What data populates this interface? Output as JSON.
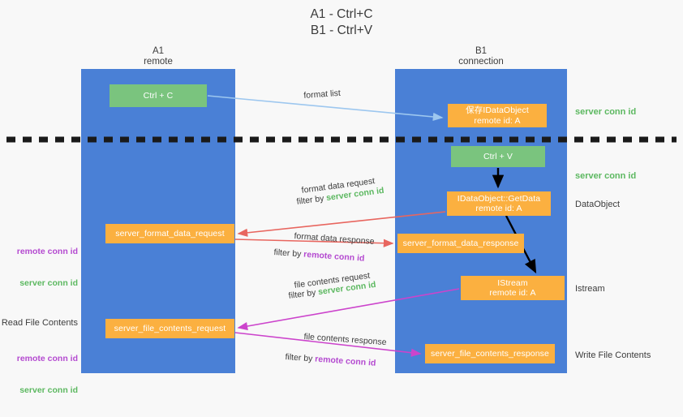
{
  "title": "A1 - Ctrl+C\nB1 - Ctrl+V",
  "lanes": {
    "left": {
      "name": "A1",
      "role": "remote",
      "header": "A1\nremote",
      "color": "#4a80d6"
    },
    "right": {
      "name": "B1",
      "role": "connection",
      "header": "B1\nconnection",
      "color": "#4a80d6"
    }
  },
  "colors": {
    "lane_blue": "#4a80d6",
    "box_green": "#7ac47e",
    "box_orange": "#fbb040",
    "server_conn_green": "#5cb860",
    "remote_conn_purple": "#b44ad0",
    "arrow_light_blue": "#9dc7ef",
    "arrow_red": "#e8665f",
    "arrow_magenta": "#cc44cc",
    "arrow_black": "#000000",
    "background": "#f8f8f8"
  },
  "boxes": {
    "ctrl_c": "Ctrl + C",
    "ctrl_v": "Ctrl + V",
    "save_idataobject": "保存IDataObject\nremote id: A",
    "getdata": "IDataObject::GetData\nremote id: A",
    "istream": "IStream\nremote id: A",
    "server_format_data_request": "server_format_data_request",
    "server_format_data_response": "server_format_data_response",
    "server_file_contents_request": "server_file_contents_request",
    "server_file_contents_response": "server_file_contents_response"
  },
  "arrow_labels": {
    "format_list": "format list",
    "format_data_request": "format data request",
    "format_data_request_filter_prefix": "filter by ",
    "format_data_request_filter_value": "server conn id",
    "format_data_response": "format data response",
    "format_data_response_filter_prefix": "filter by ",
    "format_data_response_filter_value": "remote conn id",
    "file_contents_request": "file contents request",
    "file_contents_request_filter_prefix": "filter by ",
    "file_contents_request_filter_value": "server conn id",
    "file_contents_response": "file contents response",
    "file_contents_response_filter_prefix": "filter by ",
    "file_contents_response_filter_value": "remote conn id"
  },
  "right_notes": {
    "server_conn_id_1": "server conn id",
    "server_conn_id_2": "server conn id",
    "dataobject": "DataObject",
    "istream": "Istream",
    "write_file_contents": "Write File Contents"
  },
  "left_notes": {
    "remote_conn_id_1": "remote conn id",
    "server_conn_id_1": "server conn id",
    "read_file_contents": "Read File Contents",
    "remote_conn_id_2": "remote conn id",
    "server_conn_id_2": "server conn id"
  },
  "separator": {
    "style": "dashed",
    "color": "#1a1a1a"
  }
}
